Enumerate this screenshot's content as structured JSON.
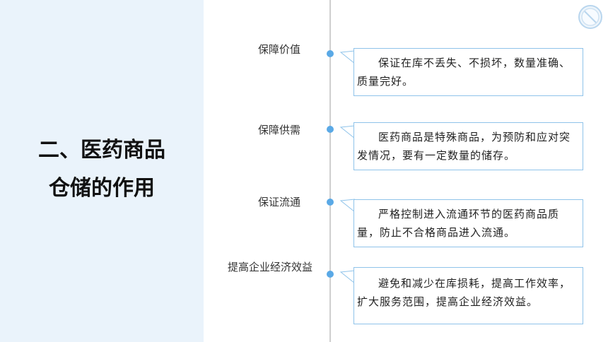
{
  "title": {
    "line1": "二、医药商品",
    "line2": "仓储的作用"
  },
  "items": [
    {
      "label": "保障价值",
      "text": "保证在库不丢失、不损坏，数量准确、质量完好。"
    },
    {
      "label": "保障供需",
      "text": "医药商品是特殊商品，为预防和应对突发情况，要有一定数量的储存。"
    },
    {
      "label": "保证流通",
      "text": "严格控制进入流通环节的医药商品质量，防止不合格商品进入流通。"
    },
    {
      "label": "提高企业经济效益",
      "text": "避免和减少在库损耗，提高工作效率，扩大服务范围，提高企业经济效益。"
    }
  ],
  "colors": {
    "panel": "#eaf3fb",
    "accent": "#5aa9e6",
    "border": "#8fc3ea"
  }
}
